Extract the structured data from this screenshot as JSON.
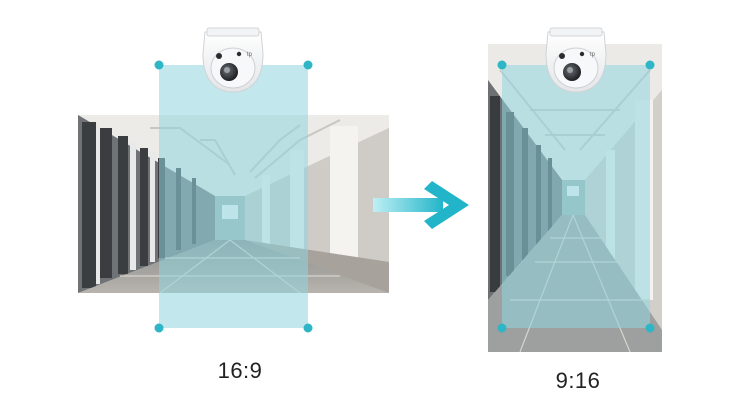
{
  "left_panel": {
    "aspect_label": "16:9",
    "camera_logo": "tp-link",
    "camera_icon": "dome-camera-icon"
  },
  "right_panel": {
    "aspect_label": "9:16",
    "camera_logo": "tp-link",
    "camera_icon": "dome-camera-icon"
  },
  "arrow_icon": "right-arrow-icon",
  "colors": {
    "fov_fill": "#8fd6df",
    "fov_dot": "#2eb6c6",
    "arrow_start": "#bfeff4",
    "arrow_end": "#22b5c9"
  }
}
